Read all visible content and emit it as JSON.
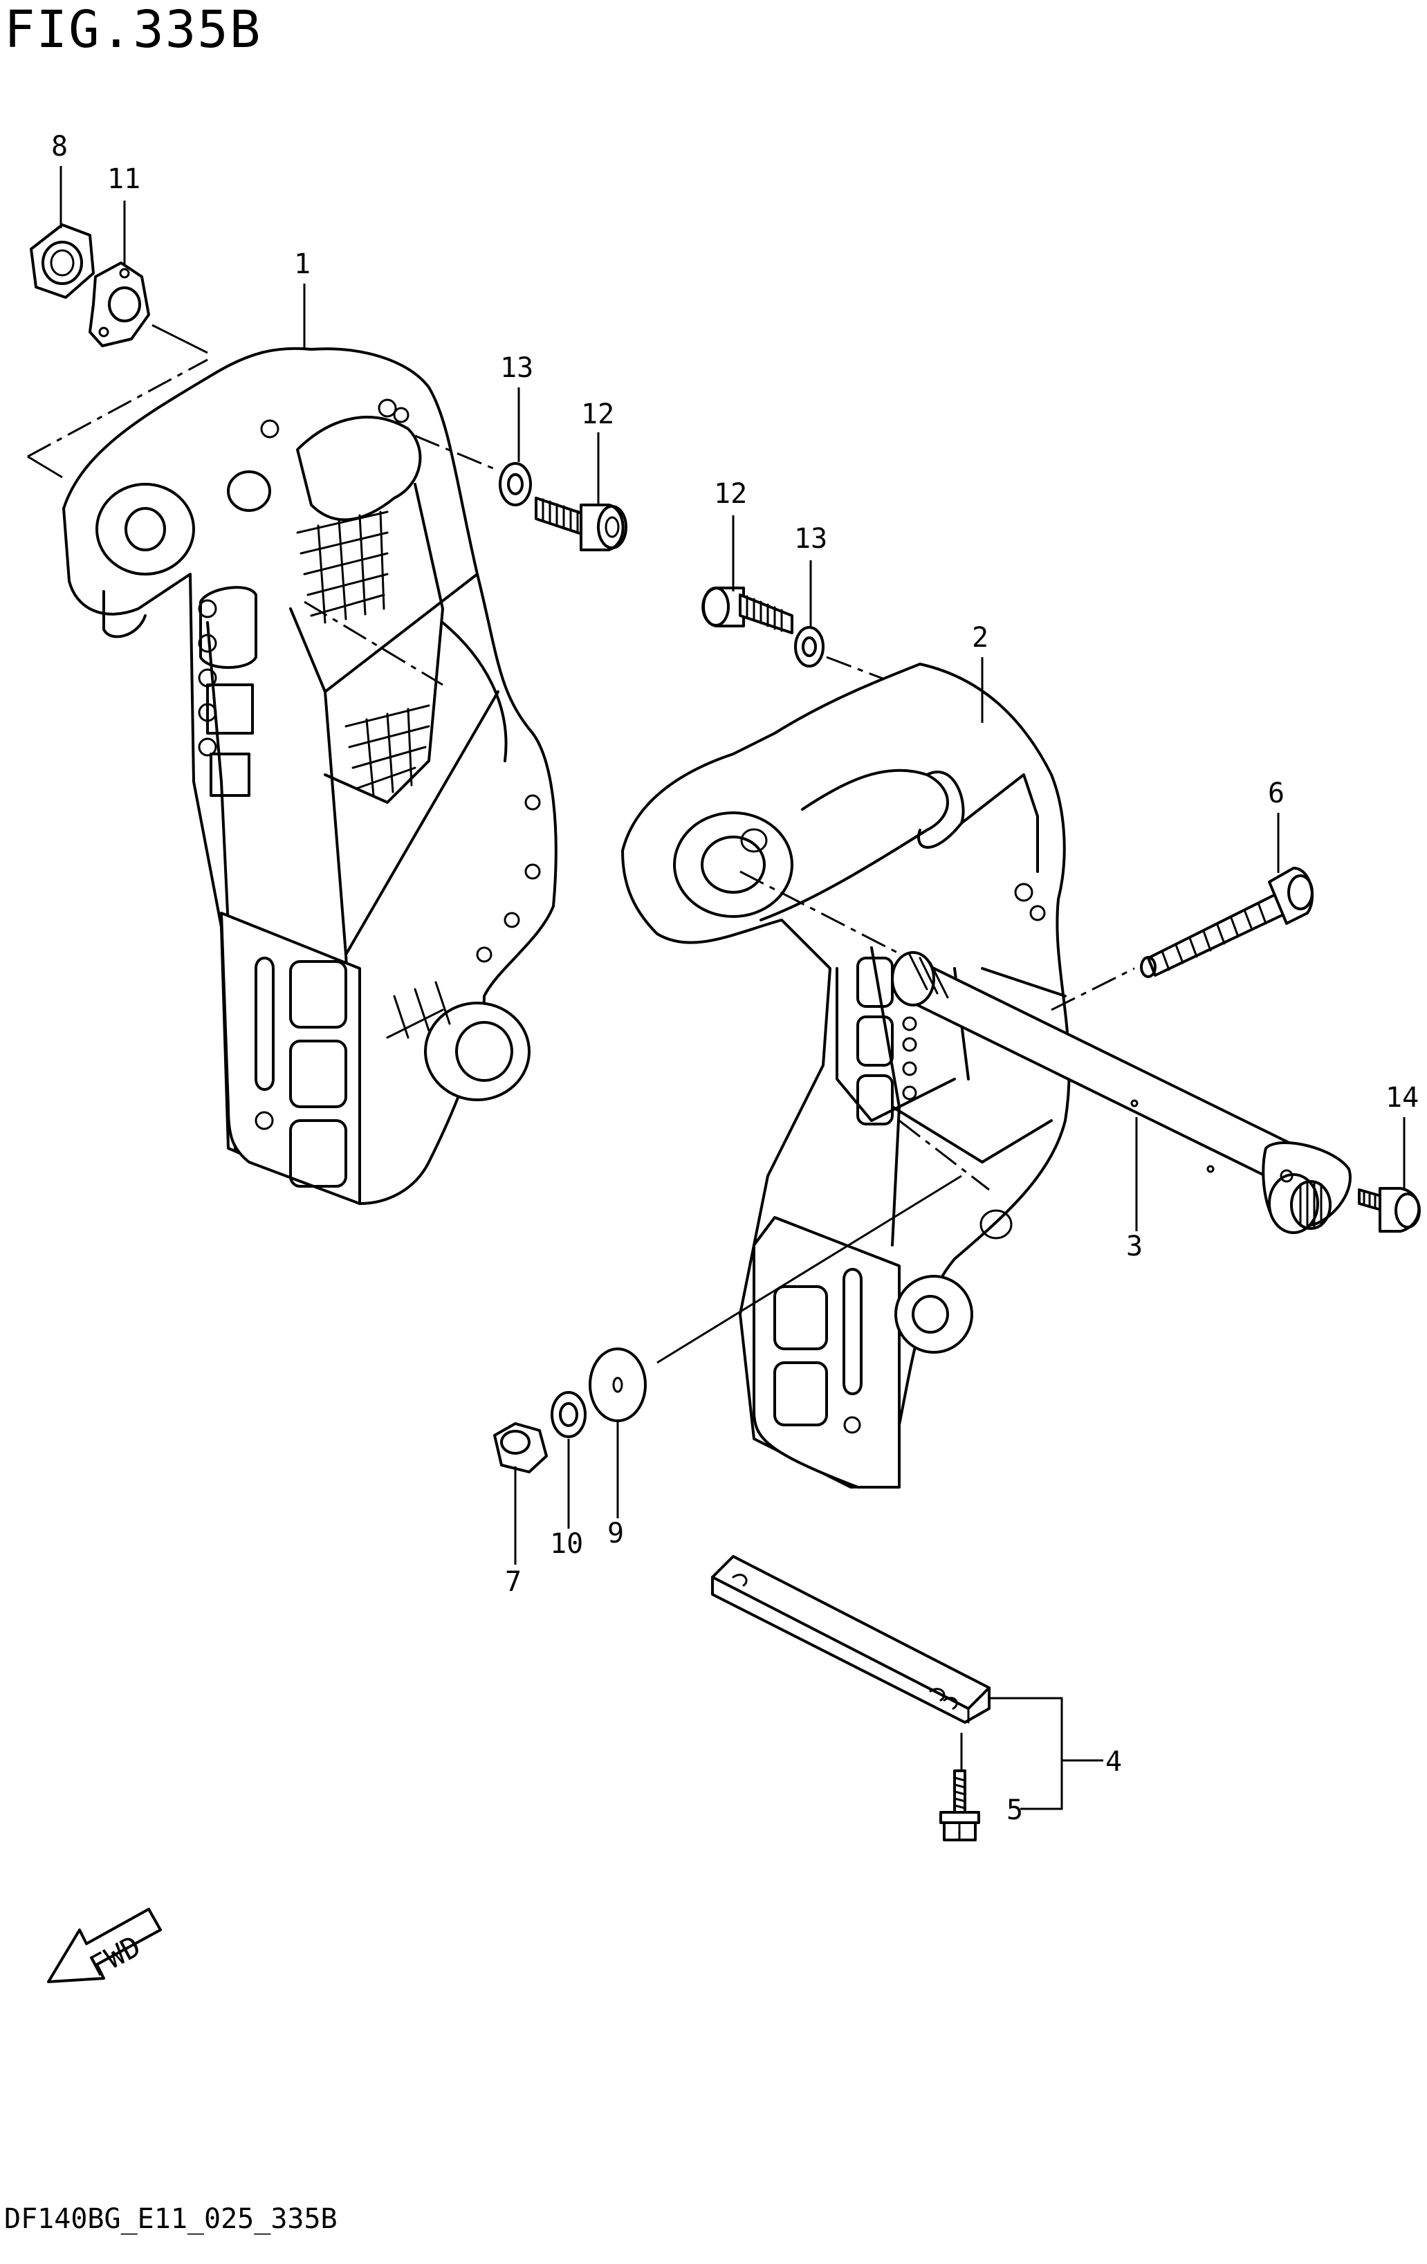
{
  "figure": {
    "title": "FIG.335B",
    "code": "DF140BG_E11_025_335B",
    "fwd_label": "FWD"
  },
  "callouts": [
    {
      "id": "8",
      "label": "8"
    },
    {
      "id": "11",
      "label": "11"
    },
    {
      "id": "1",
      "label": "1"
    },
    {
      "id": "13a",
      "label": "13"
    },
    {
      "id": "12a",
      "label": "12"
    },
    {
      "id": "12b",
      "label": "12"
    },
    {
      "id": "13b",
      "label": "13"
    },
    {
      "id": "2",
      "label": "2"
    },
    {
      "id": "6",
      "label": "6"
    },
    {
      "id": "14",
      "label": "14"
    },
    {
      "id": "3",
      "label": "3"
    },
    {
      "id": "9",
      "label": "9"
    },
    {
      "id": "10",
      "label": "10"
    },
    {
      "id": "7",
      "label": "7"
    },
    {
      "id": "4",
      "label": "4"
    },
    {
      "id": "5",
      "label": "5"
    }
  ]
}
